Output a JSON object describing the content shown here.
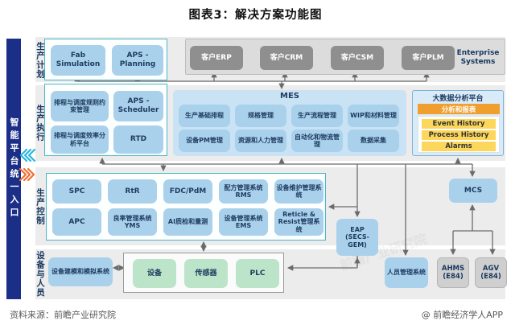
{
  "title": "图表3：解决方案功能图",
  "watermark": "前瞻产业研究院",
  "sidebar": {
    "label": "智能平台统一入口"
  },
  "row_labels": {
    "planning": "生产计划",
    "execution": "生产执行",
    "control": "生产控制",
    "equipment": "设备与人员"
  },
  "planning": {
    "fab_simulation": "Fab Simulation",
    "aps_planning": "APS - Planning",
    "enterprise": {
      "label": "Enterprise Systems",
      "erp": "客户ERP",
      "crm": "客户CRM",
      "csm": "客户CSM",
      "plm": "客户PLM"
    }
  },
  "execution": {
    "rule_mgmt": "排程与调度规则约束管理",
    "aps_scheduler": "APS - Scheduler",
    "efficiency": "排程与调度效率分析平台",
    "rtd": "RTD",
    "mes": {
      "title": "MES",
      "modules": [
        "生产基础排程",
        "规格管理",
        "生产流程管理",
        "WIP和材料管理",
        "设备PM管理",
        "资源和人力管理",
        "自动化和物流管理",
        "数据采集"
      ]
    },
    "bigdata": {
      "title": "大数据分析平台",
      "report": "分析和报表",
      "items": [
        "Event History",
        "Process History",
        "Alarms"
      ]
    }
  },
  "control": {
    "modules": [
      "SPC",
      "RtR",
      "FDC/PdM",
      "配方管理系统 RMS",
      "设备维护管理系统",
      "APC",
      "良率管理系统 YMS",
      "AI质检和量测",
      "设备管理系统EMS",
      "Reticle & Resist管理系统"
    ],
    "mcs": "MCS",
    "eap": "EAP (SECS-GEM)"
  },
  "equipment": {
    "modeling": "设备建模和模拟系统",
    "devices": [
      "设备",
      "传感器",
      "PLC"
    ],
    "personnel": "人员管理系统",
    "ahms": "AHMS (E84)",
    "agv": "AGV (E84)"
  },
  "footer": {
    "source": "资料来源：前瞻产业研究院",
    "credit": "@ 前瞻经济学人APP"
  },
  "colors": {
    "sidebar_navy": "#1b2f88",
    "box_blue": "#a9d1ec",
    "mes_container_blue": "#c9e2f4",
    "teal_border": "#46b8ca",
    "orange_bar": "#f09e2d",
    "yellow_bar": "#fdd75c",
    "green_box": "#bce4c9",
    "gray_box": "#8f8f8f",
    "arrow_gray": "#6b6b6b",
    "text_navy": "#1f3c61",
    "chevron_cyan": "#29b6dc",
    "chevron_orange": "#f07030"
  }
}
